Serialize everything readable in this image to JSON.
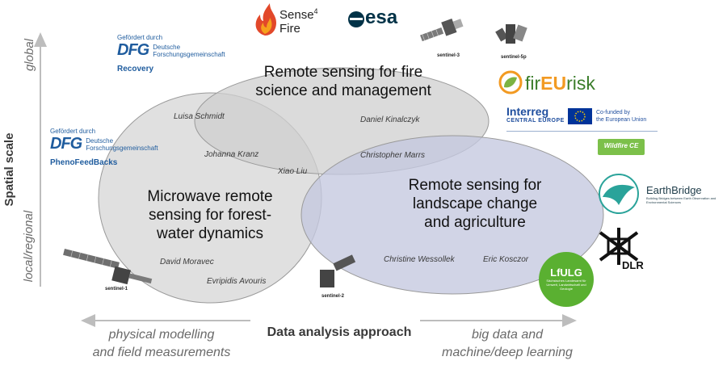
{
  "axes": {
    "y_title": "Spatial scale",
    "y_top": "global",
    "y_bottom": "local/regional",
    "x_title": "Data analysis approach",
    "x_left": [
      "physical modelling",
      "and field measurements"
    ],
    "x_right": [
      "big data and",
      "machine/deep  learning"
    ]
  },
  "circles": {
    "fire": [
      "Remote sensing for fire",
      "science and management"
    ],
    "microwave": [
      "Microwave remote",
      "sensing for forest-",
      "water dynamics"
    ],
    "landscape": [
      "Remote sensing for",
      "landscape change",
      "and agriculture"
    ]
  },
  "people": [
    "Luisa Schmidt",
    "Johanna Kranz",
    "Xiao Liu",
    "Daniel Kinalczyk",
    "Christopher Marrs",
    "David Moravec",
    "Evripidis Avouris",
    "Christine Wessollek",
    "Eric Kosczor"
  ],
  "logos": {
    "dfg1": {
      "funded": "Gefördert durch",
      "abbr": "DFG",
      "name1": "Deutsche",
      "name2": "Forschungsgemeinschaft",
      "project": "Recovery"
    },
    "dfg2": {
      "funded": "Gefördert durch",
      "abbr": "DFG",
      "name1": "Deutsche",
      "name2": "Forschungsgemeinschaft",
      "project": "PhenoFeedBacks"
    },
    "sense4fire": {
      "line1": "Sense",
      "sup": "4",
      "line2": "Fire"
    },
    "esa": "esa",
    "fireurisk": {
      "pre": "fir",
      "mid": "EU",
      "post": "risk"
    },
    "interreg": {
      "line1": "Interreg",
      "line2": "CENTRAL EUROPE",
      "cofunded1": "Co-funded by",
      "cofunded2": "the European Union"
    },
    "wildfire": "Wildfire CE",
    "earthbridge": {
      "name": "EarthBridge",
      "sub": "Building Bridges between Earth Observation and Environmental Sciences"
    },
    "dlr": "DLR",
    "lfulg": {
      "name": "LfULG",
      "sub": "Sächsisches Landesamt für Umwelt, Landwirtschaft und Geologie"
    }
  },
  "satellites": {
    "s3": "sentinel-3",
    "s5p": "sentinel-5p",
    "s1": "sentinel-1",
    "s2": "sentinel-2"
  },
  "colors": {
    "fire_circle": "#d3d3d3",
    "microwave_circle": "#d8d8d8",
    "landscape_circle": "#c9cde2",
    "dfg_blue": "#1f5c9e",
    "esa_navy": "#003247",
    "lfulg_green": "#5ab031",
    "wildfire_green": "#7cc04a",
    "earthbridge_teal": "#2aa39a"
  }
}
